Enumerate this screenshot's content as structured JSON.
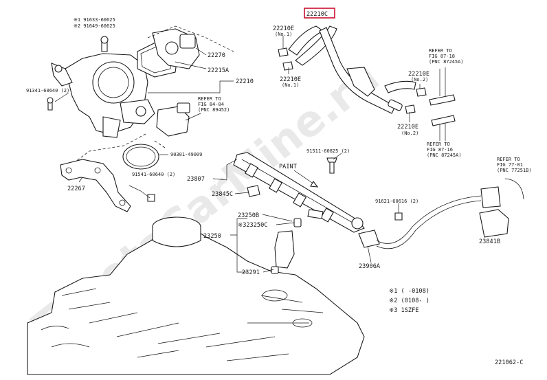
{
  "diagram_code": "221062-C",
  "watermark": "ToyotaCarMine.ru",
  "highlight_color": "#c8102e",
  "labels": {
    "main_part": "22210C",
    "p22210E_top": "22210E",
    "p22210E_top_no": "(No.1)",
    "p22210E_mid": "22210E",
    "p22210E_mid_no": "(No.1)",
    "p22210E_r1": "22210E",
    "p22210E_r1_no": "(No.2)",
    "p22210E_r2": "22210E",
    "p22210E_r2_no": "(No.2)",
    "ref_8718_a": "REFER TO",
    "ref_8718_b": "FIG 87-18",
    "ref_8718_c": "(PNC 87245A)",
    "ref_8716_a": "REFER TO",
    "ref_8716_b": "FIG 87-16",
    "ref_8716_c": "(PNC 87245A)",
    "ref_8404_a": "REFER TO",
    "ref_8404_b": "FIG 84-04",
    "ref_8404_c": "(PNC 89452)",
    "ref_7701_a": "REFER TO",
    "ref_7701_b": "FIG 77-01",
    "ref_7701_c": "(PNC 77251B)",
    "b1": "※1 91633-60625",
    "b2": "※2 91649-60625",
    "p22270": "22270",
    "p22215A": "22215A",
    "p22210": "22210",
    "p91341": "91341-60640 (2)",
    "p90301": "90301-49009",
    "p91511": "91511-60825 (2)",
    "paint": "PAINT",
    "p23807": "23807",
    "p23845C": "23845C",
    "p22267": "22267",
    "p91541": "91541-60640 (2)",
    "p23250B": "23250B",
    "p23250C": "※323250C",
    "p23250": "23250",
    "p23291": "23291",
    "p91621": "91621-60616 (2)",
    "p23906A": "23906A",
    "p23841B": "23841B",
    "legend1": "※1 (      -0108)",
    "legend2": "※2 (0108-      )",
    "legend3": "※3 1SZFE"
  }
}
